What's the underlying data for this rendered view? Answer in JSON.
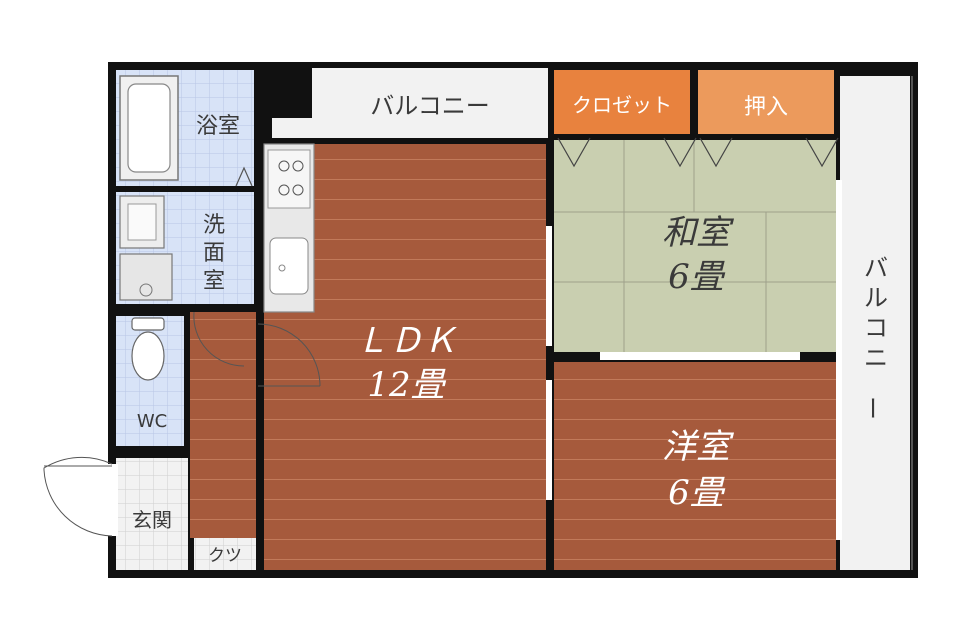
{
  "rooms": {
    "bath": "浴室",
    "washroom": "洗面室",
    "wc": "WC",
    "entrance": "玄関",
    "shoes": "クツ",
    "balcony_top": "バルコニー",
    "balcony_right": "バルコニー",
    "closet": "クロゼット",
    "oshiire": "押入",
    "ldk_name": "ＬＤＫ",
    "ldk_size": "12畳",
    "washitsu_name": "和室",
    "washitsu_size": "6畳",
    "youshitsu_name": "洋室",
    "youshitsu_size": "6畳"
  },
  "colors": {
    "wall": "#111111",
    "wood_floor": "#a65a3c",
    "tatami": "#c9cfb0",
    "tile_blue": "#d8e3f7",
    "tile_white": "#f2f2f2",
    "closet_orange": "#e8823e",
    "oshiire_orange": "#ec9a5c",
    "balcony": "#f2f2f2"
  }
}
